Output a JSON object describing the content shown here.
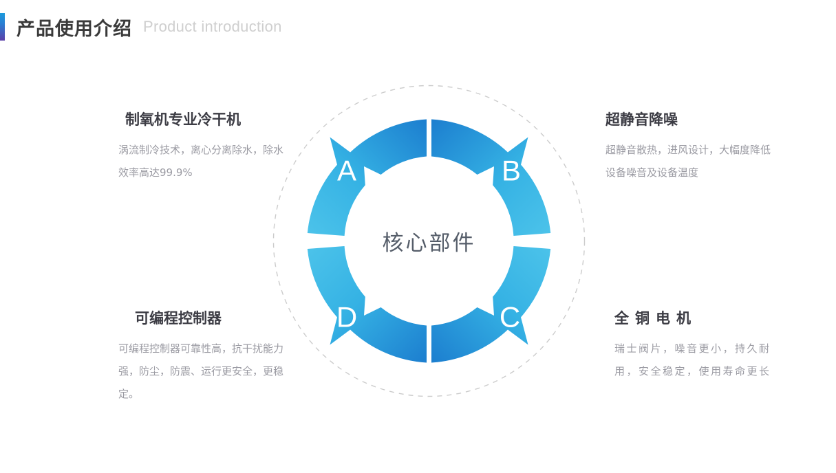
{
  "header": {
    "title": "产品使用介绍",
    "subtitle": "Product introduction",
    "accent_top_color": "#1b9bdc",
    "accent_bottom_color": "#5b3fa8"
  },
  "diagram": {
    "center_label": "核心部件",
    "dashed_circle": true,
    "segment_colors": {
      "light": "#49c0e8",
      "dark": "#1d7fd0"
    },
    "segments": [
      {
        "id": "A",
        "letter": "A",
        "position": "top-left"
      },
      {
        "id": "B",
        "letter": "B",
        "position": "top-right"
      },
      {
        "id": "C",
        "letter": "C",
        "position": "bottom-right"
      },
      {
        "id": "D",
        "letter": "D",
        "position": "bottom-left"
      }
    ]
  },
  "blocks": [
    {
      "id": "A",
      "title": "制氧机专业冷干机",
      "body": "涡流制冷技术，离心分离除水，除水效率高达99.9%"
    },
    {
      "id": "B",
      "title": "超静音降噪",
      "body": "超静音散热，进风设计，大幅度降低设备噪音及设备温度"
    },
    {
      "id": "C",
      "title": "全铜电机",
      "body": "瑞士阀片，噪音更小，持久耐用，安全稳定，使用寿命更长"
    },
    {
      "id": "D",
      "title": "可编程控制器",
      "body": "可编程控制器可靠性高，抗干扰能力强，防尘，防震、运行更安全，更稳定。"
    }
  ]
}
